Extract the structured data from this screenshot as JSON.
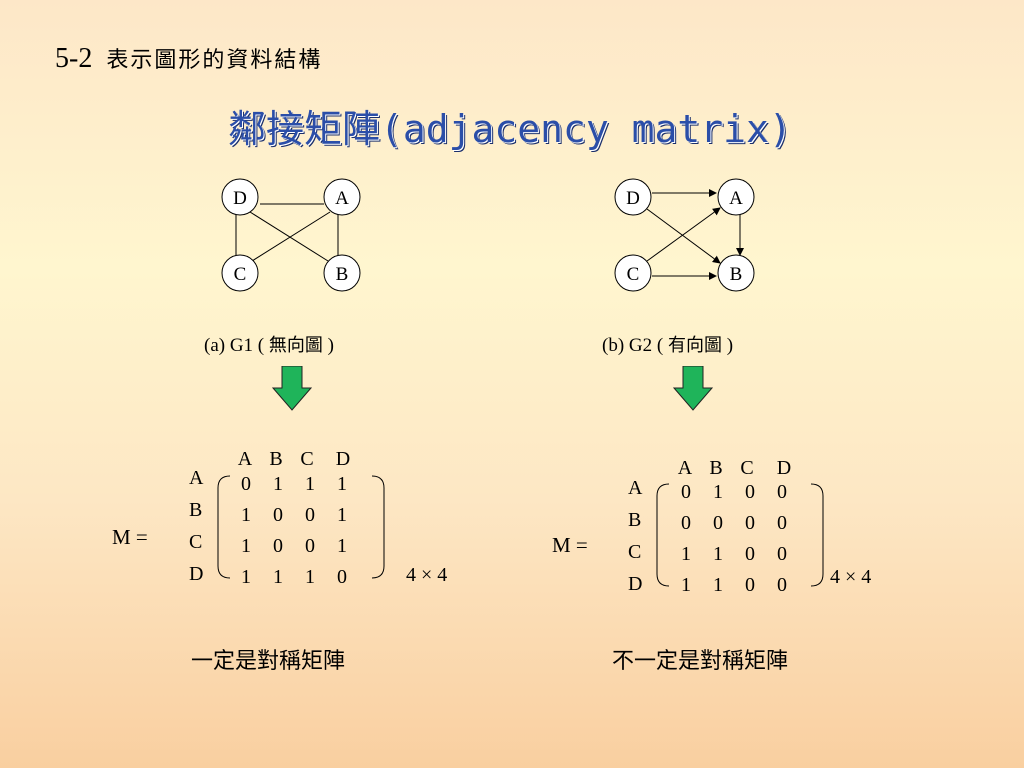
{
  "heading": {
    "number": "5-2",
    "text": "表示圖形的資料結構"
  },
  "subtitle": "鄰接矩陣(adjacency matrix)",
  "left": {
    "caption_prefix": "(a) G1 (",
    "caption_kind": "無向圖",
    "caption_suffix": ")",
    "nodes": [
      "D",
      "A",
      "C",
      "B"
    ],
    "edges": [
      [
        "D",
        "A"
      ],
      [
        "D",
        "C"
      ],
      [
        "D",
        "B"
      ],
      [
        "A",
        "C"
      ],
      [
        "A",
        "B"
      ]
    ],
    "matrix_label": "M =",
    "col_labels": [
      "A",
      "B",
      "C",
      "D"
    ],
    "row_labels": [
      "A",
      "B",
      "C",
      "D"
    ],
    "matrix": [
      [
        "0",
        "1",
        "1",
        "1"
      ],
      [
        "1",
        "0",
        "0",
        "1"
      ],
      [
        "1",
        "0",
        "0",
        "1"
      ],
      [
        "1",
        "1",
        "1",
        "0"
      ]
    ],
    "dimension": "4 × 4",
    "note": "一定是對稱矩陣"
  },
  "right": {
    "caption_prefix": "(b) G2 (",
    "caption_kind": "有向圖",
    "caption_suffix": ")",
    "nodes": [
      "D",
      "A",
      "C",
      "B"
    ],
    "edges": [
      [
        "D",
        "A"
      ],
      [
        "D",
        "B"
      ],
      [
        "C",
        "A"
      ],
      [
        "C",
        "B"
      ],
      [
        "A",
        "B"
      ]
    ],
    "matrix_label": "M =",
    "col_labels": [
      "A",
      "B",
      "C",
      "D"
    ],
    "row_labels": [
      "A",
      "B",
      "C",
      "D"
    ],
    "matrix": [
      [
        "0",
        "1",
        "0",
        "0"
      ],
      [
        "0",
        "0",
        "0",
        "0"
      ],
      [
        "1",
        "1",
        "0",
        "0"
      ],
      [
        "1",
        "1",
        "0",
        "0"
      ]
    ],
    "dimension": "4 × 4",
    "note": "不一定是對稱矩陣"
  },
  "colors": {
    "arrow": "#1fb45a",
    "title": "#2b4ea8",
    "node_fill": "#ffffff"
  }
}
